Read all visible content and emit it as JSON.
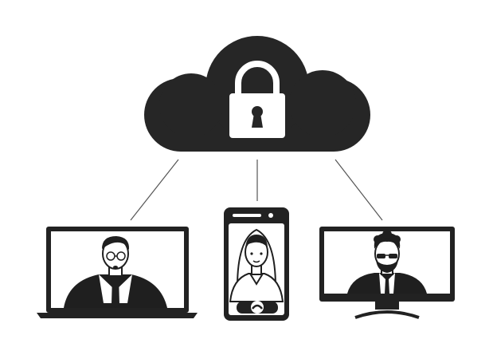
{
  "scene": {
    "cloud": {
      "icon": "padlock-icon",
      "color": "#262626"
    },
    "connections": [
      "laptop",
      "phone",
      "monitor"
    ],
    "devices": [
      {
        "kind": "laptop",
        "person": "man-with-glasses-in-suit"
      },
      {
        "kind": "smartphone",
        "person": "woman-with-long-hair",
        "ui_control": "end-call-button"
      },
      {
        "kind": "desktop-monitor",
        "person": "man-with-sunglasses-and-beard"
      }
    ],
    "colors": {
      "ink": "#1f1f1f",
      "background": "#ffffff",
      "line": "#555555"
    }
  }
}
